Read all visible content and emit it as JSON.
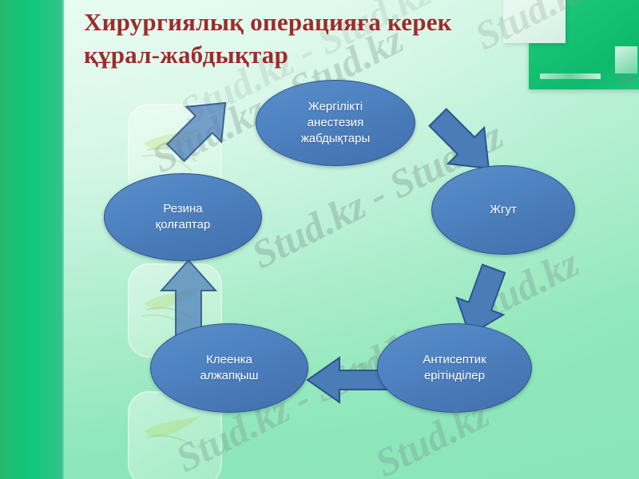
{
  "slide": {
    "title_line1": "Хирургиялық операцияға керек",
    "title_line2": "құрал-жабдықтар",
    "title_color": "#9e2b2b",
    "background_color": "#aeeccd",
    "sidebar_color": "#14c277",
    "node_color": "#4a7ebb",
    "node_border_color": "#2e5487",
    "node_text_color": "#ffffff"
  },
  "diagram": {
    "type": "cycle",
    "nodes": [
      {
        "id": "anesthesia",
        "label_line1": "Жергілікті",
        "label_line2": "анестезия",
        "label_line3": "жабдықтары",
        "position": "top"
      },
      {
        "id": "tourniquet",
        "label_line1": "Жгут",
        "position": "right"
      },
      {
        "id": "antiseptic",
        "label_line1": "Антисептик",
        "label_line2": "ерітінділер",
        "position": "bottom-right"
      },
      {
        "id": "apron",
        "label_line1": "Клеенка",
        "label_line2": "алжапқыш",
        "position": "bottom-left"
      },
      {
        "id": "gloves",
        "label_line1": "Резина",
        "label_line2": "қолғаптар",
        "position": "left"
      }
    ],
    "arrows": [
      {
        "id": "anesthesia-to-tourniquet",
        "direction": "down-right"
      },
      {
        "id": "tourniquet-to-antiseptic",
        "direction": "down-left"
      },
      {
        "id": "antiseptic-to-apron",
        "direction": "left"
      },
      {
        "id": "apron-to-gloves",
        "direction": "up"
      },
      {
        "id": "gloves-to-anesthesia",
        "direction": "up-right"
      }
    ]
  },
  "watermark": {
    "pair": "Stud.kz - Stud.kz",
    "single": "Stud.kz"
  }
}
